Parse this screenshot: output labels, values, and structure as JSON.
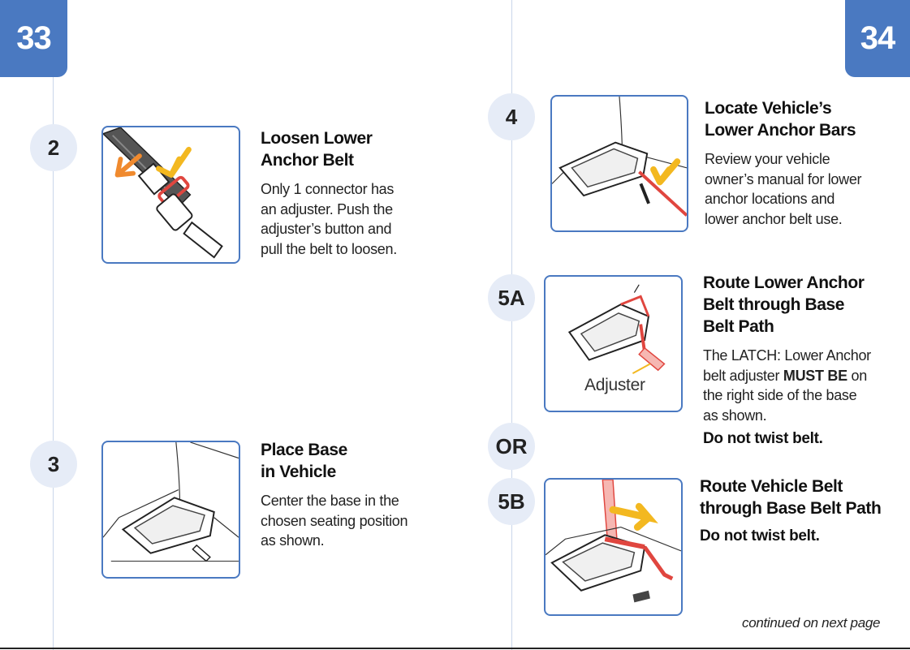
{
  "pages": {
    "left": "33",
    "right": "34"
  },
  "steps": {
    "s2": {
      "number": "2",
      "title_line1": "Loosen Lower",
      "title_line2": "Anchor Belt",
      "body": [
        "Only 1 connector has",
        "an adjuster. Push the",
        "adjuster’s button and",
        "pull the belt to loosen."
      ]
    },
    "s3": {
      "number": "3",
      "title_line1": "Place Base",
      "title_line2": "in Vehicle",
      "body": [
        "Center the base in the",
        "chosen seating position",
        "as shown."
      ]
    },
    "s4": {
      "number": "4",
      "title_line1": "Locate Vehicle’s",
      "title_line2": "Lower Anchor Bars",
      "body": [
        "Review your vehicle",
        "owner’s manual for lower",
        "anchor locations and",
        "lower anchor belt use."
      ]
    },
    "s5a": {
      "number": "5A",
      "title_lines": [
        "Route Lower Anchor",
        "Belt through Base",
        "Belt Path"
      ],
      "body_line1": "The LATCH: Lower Anchor",
      "body_line2_pre": "belt adjuster ",
      "body_line2_bold": "MUST BE",
      "body_line2_post": " on",
      "body_line3": "the right side of the base",
      "body_line4": "as shown.",
      "warning": "Do not twist belt.",
      "illustration_label": "Adjuster"
    },
    "or_label": "OR",
    "s5b": {
      "number": "5B",
      "title_line1": "Route Vehicle Belt",
      "title_line2": "through Base Belt Path",
      "warning": "Do not twist belt."
    }
  },
  "footer": {
    "continued": "continued on next page"
  },
  "colors": {
    "accent_blue": "#4a79c1",
    "circle_fill": "#e6ecf7",
    "belt_red": "#e0463f",
    "arrow_yellow": "#f3b820",
    "arrow_orange": "#f08a2e"
  }
}
